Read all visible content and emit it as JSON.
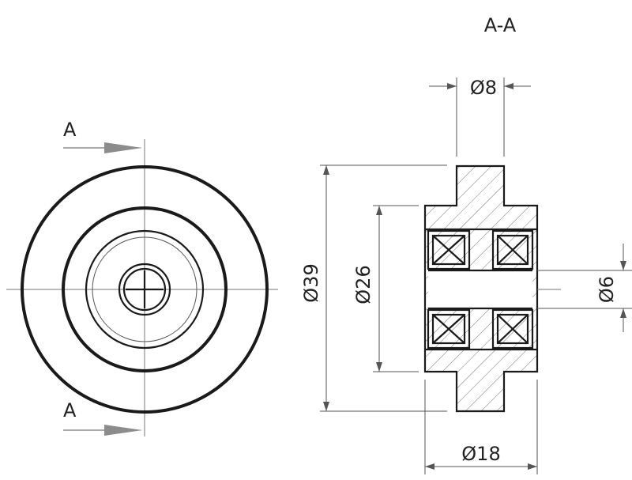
{
  "section_title": "A-A",
  "cut_marker_top": "A",
  "cut_marker_bottom": "A",
  "dimensions": {
    "bore_outer": "Ø8",
    "wheel_diameter": "Ø39",
    "bearing_diameter": "Ø26",
    "shaft_diameter": "Ø6",
    "hub_width": "Ø18"
  },
  "colors": {
    "line": "#1a1a1a",
    "thin": "#555555",
    "arrow": "#8c8c8c"
  }
}
